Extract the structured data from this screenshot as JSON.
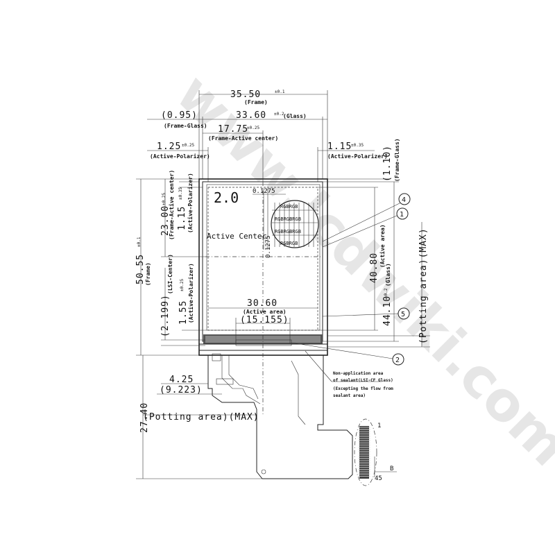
{
  "watermark": "www.lcdwiki.com",
  "dimensions": {
    "frame_width": "35.50",
    "frame_width_tol": "±0.1",
    "frame_label": "(Frame)",
    "frame_glass_left": "(0.95)",
    "frame_glass_left_label": "(Frame-Glass)",
    "glass_width": "33.60",
    "glass_width_tol": "±0.2",
    "glass_label": "(Glass)",
    "frame_active_center": "17.75",
    "frame_active_center_tol": "±0.25",
    "frame_active_center_label": "(Frame-Active center)",
    "active_polarizer_left": "1.25",
    "active_polarizer_left_tol": "±0.25",
    "active_polarizer_label": "(Active-Polarizer)",
    "active_polarizer_right": "1.15",
    "active_polarizer_right_tol": "±0.35",
    "frame_glass_right": "(1.10)",
    "frame_glass_right_label": "(Frame-Glass)",
    "size_label": "2.0",
    "pixel_pitch_h": "0.1275",
    "pixel_pitch_v": "0.1275",
    "active_center_label": "Active Center",
    "vert_frame_active_center": "23.00",
    "vert_frame_active_center_tol": "±0.25",
    "vert_frame_active_center_label": "(Frame-Active center)",
    "vert_active_polarizer_top": "1.15",
    "vert_active_polarizer_top_tol": "±0.35",
    "frame_height": "50.55",
    "frame_height_tol": "±0.1",
    "lsi_center": "(2.199)",
    "lsi_center_label": "(LSI-Center)",
    "vert_active_polarizer_bottom": "1.55",
    "vert_active_polarizer_bottom_tol": "±0.25",
    "active_area_width": "30.60",
    "active_area_label": "(Active area)",
    "lsi_offset": "(15.155)",
    "active_area_height": "40.80",
    "glass_height": "44.10",
    "glass_height_tol": "±0.2",
    "potting_area_label": "(Potting area)(MAX)",
    "fpc_offset": "4.25",
    "fpc_offset_ref": "(9.223)",
    "fpc_length": "27.40",
    "potting_area_bottom_label": "(Potting area)(MAX)",
    "note_line1": "Non-application area",
    "note_line2": "of sealant(LSI-CF Glass)",
    "note_line3": "(Excepting the flow from",
    "note_line4": "sealant area)",
    "connector_pin_first": "1",
    "connector_pin_last": "45",
    "connector_ref": "B"
  },
  "pixel_grid": {
    "rows": [
      "RGBRGB",
      "RGBRGBRGB",
      "RGBRGBRGB",
      "RGBRGB"
    ]
  },
  "callouts": [
    "4",
    "1",
    "5",
    "2"
  ]
}
